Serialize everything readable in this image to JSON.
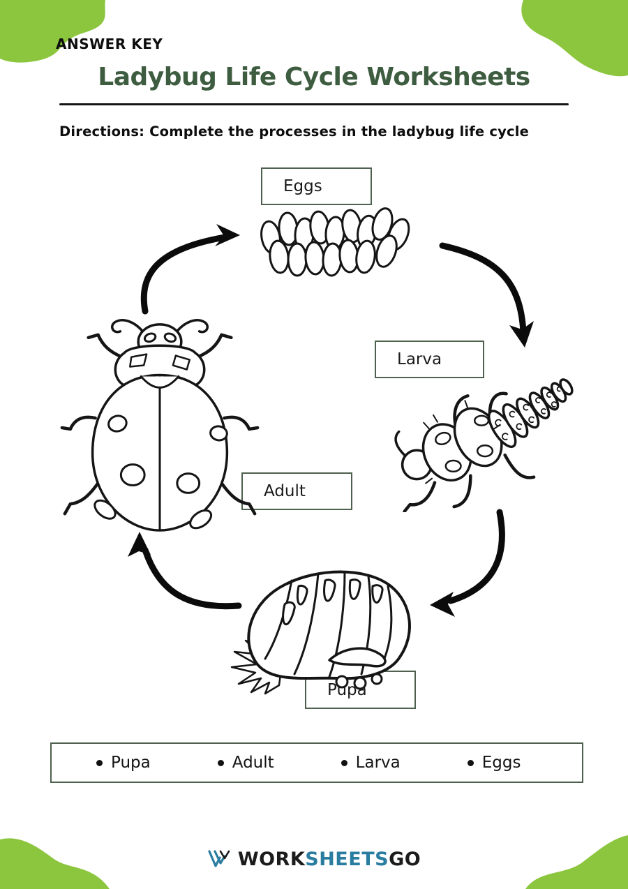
{
  "header": {
    "answer_key": "ANSWER KEY",
    "title": "Ladybug Life Cycle Worksheets"
  },
  "directions": "Directions: Complete the processes in the ladybug life cycle",
  "diagram": {
    "labels": {
      "eggs": "Eggs",
      "larva": "Larva",
      "adult": "Adult",
      "pupa": "Pupa"
    }
  },
  "word_bank": {
    "items": [
      "Pupa",
      "Adult",
      "Larva",
      "Eggs"
    ]
  },
  "footer": {
    "logo": {
      "part1": "WORK",
      "part2": "SHEETS",
      "part3": "GO"
    }
  },
  "colors": {
    "blob_green": "#8cc63e",
    "title_green": "#3d5c40",
    "box_border": "#4e604e",
    "logo_teal": "#2a7da0",
    "line_art": "#151515"
  }
}
